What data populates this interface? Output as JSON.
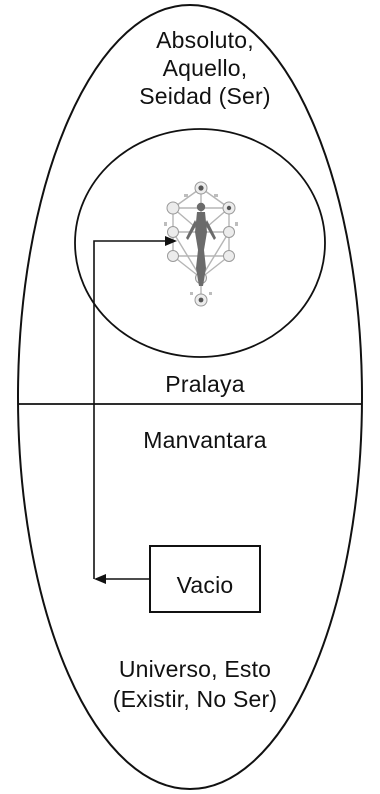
{
  "diagram": {
    "top_label": "Absoluto,\nAquello,\nSeidad (Ser)",
    "pralaya_label": "Pralaya",
    "manvantara_label": "Manvantara",
    "vacio_label": "Vacio",
    "bottom_label": "Universo, Esto\n(Existir, No Ser)"
  },
  "colors": {
    "line": "#111111",
    "figure": "#9a9a9a",
    "figure_dark": "#444444",
    "background": "#ffffff"
  },
  "icons": {
    "central": "tree-of-life-figure-icon"
  }
}
